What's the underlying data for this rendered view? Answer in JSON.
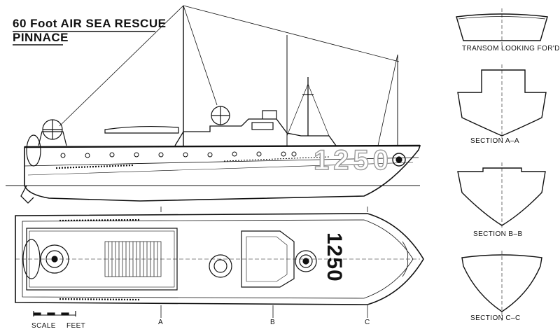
{
  "title": {
    "line1": "60 Foot  AIR SEA RESCUE",
    "line2": "PINNACE"
  },
  "hull_number": "1250",
  "views": {
    "transom": "TRANSOM  LOOKING FOR'D",
    "section_a": "SECTION  A–A",
    "section_b": "SECTION  B–B",
    "section_c": "SECTION  C–C"
  },
  "section_markers": [
    "A",
    "B",
    "C"
  ],
  "scale": {
    "label": "SCALE",
    "unit": "FEET"
  },
  "colors": {
    "ink": "#111111",
    "paper": "#ffffff",
    "hull_number_outline": "#999999"
  }
}
